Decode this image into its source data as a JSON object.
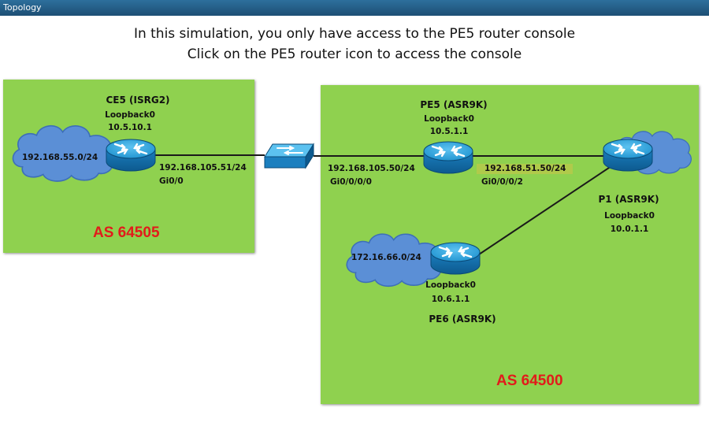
{
  "window": {
    "title": "Topology"
  },
  "instructions": {
    "line1": "In this simulation, you only have access to the PE5 router console",
    "line2": "Click on the PE5 router icon to access the console"
  },
  "zones": {
    "left_as": "AS 64505",
    "right_as": "AS 64500"
  },
  "devices": {
    "ce5": {
      "name": "CE5 (ISRG2)",
      "loopback_label": "Loopback0",
      "loopback_ip": "10.5.10.1"
    },
    "pe5": {
      "name": "PE5 (ASR9K)",
      "loopback_label": "Loopback0",
      "loopback_ip": "10.5.1.1"
    },
    "p1": {
      "name": "P1 (ASR9K)",
      "loopback_label": "Loopback0",
      "loopback_ip": "10.0.1.1"
    },
    "pe6": {
      "name": "PE6 (ASR9K)",
      "loopback_label": "Loopback0",
      "loopback_ip": "10.6.1.1"
    }
  },
  "networks": {
    "ce5_lan": "192.168.55.0/24",
    "pe6_lan": "172.16.66.0/24"
  },
  "links": {
    "ce5_ip": "192.168.105.51/24",
    "ce5_if": "Gi0/0",
    "pe5_left_ip": "192.168.105.50/24",
    "pe5_left_if": "Gi0/0/0/0",
    "pe5_right_ip": "192.168.51.50/24",
    "pe5_right_if": "Gi0/0/0/2"
  },
  "colors": {
    "zone_green": "#8fd14f",
    "as_label_red": "#e21b1b",
    "cloud_blue": "#5b8fd6",
    "router_blue": "#1e88c9"
  },
  "icons": {
    "router": "router-icon",
    "switch": "switch-icon",
    "cloud": "cloud-icon"
  }
}
